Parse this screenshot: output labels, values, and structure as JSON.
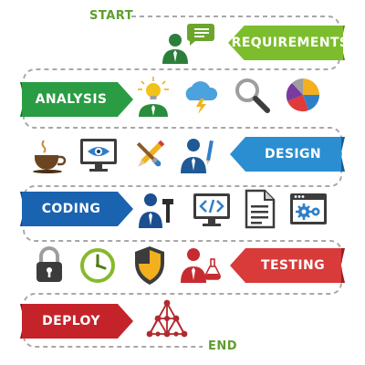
{
  "terminals": {
    "start": "START",
    "end": "END",
    "color": "#5f9e2c"
  },
  "path_color": "#a8a8a8",
  "stages": [
    {
      "id": "requirements",
      "label": "REQUIREMENTS",
      "color": "#7cbd2d",
      "dark": "#4f8a17",
      "direction": "left"
    },
    {
      "id": "analysis",
      "label": "ANALYSIS",
      "color": "#2a9c43",
      "dark": "#146a2a",
      "direction": "right"
    },
    {
      "id": "design",
      "label": "DESIGN",
      "color": "#2b8ed1",
      "dark": "#175f96",
      "direction": "left"
    },
    {
      "id": "coding",
      "label": "CODING",
      "color": "#1a63b0",
      "dark": "#0f3f78",
      "direction": "right"
    },
    {
      "id": "testing",
      "label": "TESTING",
      "color": "#d93a3a",
      "dark": "#9a2020",
      "direction": "left"
    },
    {
      "id": "deploy",
      "label": "DEPLOY",
      "color": "#c4232a",
      "dark": "#8a1418",
      "direction": "right"
    }
  ],
  "icons": [
    {
      "name": "speaking-person-icon",
      "stage": "requirements"
    },
    {
      "name": "lightbulb-person-icon",
      "stage": "analysis"
    },
    {
      "name": "storm-cloud-icon",
      "stage": "analysis"
    },
    {
      "name": "magnifier-icon",
      "stage": "analysis"
    },
    {
      "name": "pie-chart-icon",
      "stage": "analysis"
    },
    {
      "name": "coffee-cup-icon",
      "stage": "design"
    },
    {
      "name": "eye-monitor-icon",
      "stage": "design"
    },
    {
      "name": "pencil-brush-cross-icon",
      "stage": "design"
    },
    {
      "name": "designer-person-icon",
      "stage": "design"
    },
    {
      "name": "coder-person-icon",
      "stage": "coding"
    },
    {
      "name": "code-monitor-icon",
      "stage": "coding"
    },
    {
      "name": "document-icon",
      "stage": "coding"
    },
    {
      "name": "settings-window-icon",
      "stage": "coding"
    },
    {
      "name": "padlock-icon",
      "stage": "testing"
    },
    {
      "name": "clock-icon",
      "stage": "testing"
    },
    {
      "name": "shield-icon",
      "stage": "testing"
    },
    {
      "name": "chemist-person-icon",
      "stage": "testing"
    },
    {
      "name": "network-pyramid-icon",
      "stage": "deploy"
    }
  ]
}
